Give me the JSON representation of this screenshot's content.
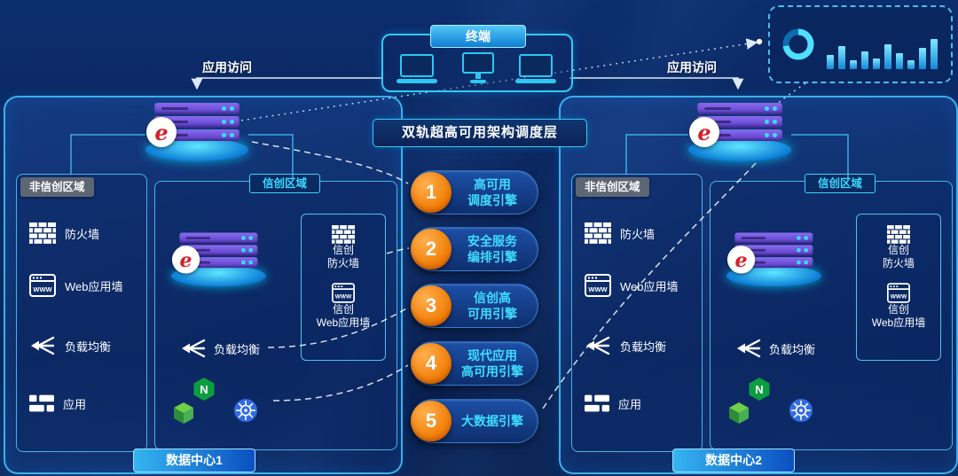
{
  "terminal": {
    "label": "终端"
  },
  "access": {
    "left": "应用访问",
    "right": "应用访问"
  },
  "scheduler_title": "双轨超高可用架构调度层",
  "engines": [
    {
      "num": "1",
      "line1": "高可用",
      "line2": "调度引擎"
    },
    {
      "num": "2",
      "line1": "安全服务",
      "line2": "编排引擎"
    },
    {
      "num": "3",
      "line1": "信创高",
      "line2": "可用引擎"
    },
    {
      "num": "4",
      "line1": "现代应用",
      "line2": "高可用引擎"
    },
    {
      "num": "5",
      "line1": "大数据引擎",
      "line2": ""
    }
  ],
  "dc1": {
    "label": "数据中心1",
    "non_xc": {
      "title": "非信创区域",
      "items": [
        {
          "icon": "firewall-icon",
          "label": "防火墙"
        },
        {
          "icon": "web-app-wall-icon",
          "label": "Web应用墙"
        },
        {
          "icon": "load-balancer-icon",
          "label": "负载均衡"
        },
        {
          "icon": "application-icon",
          "label": "应用"
        }
      ]
    },
    "xc": {
      "title": "信创区域",
      "lb_label": "负载均衡",
      "firewall_line1": "信创",
      "firewall_line2": "防火墙",
      "waf_line1": "信创",
      "waf_line2": "Web应用墙"
    }
  },
  "dc2": {
    "label": "数据中心2",
    "non_xc": {
      "title": "非信创区域",
      "items": [
        {
          "icon": "firewall-icon",
          "label": "防火墙"
        },
        {
          "icon": "web-app-wall-icon",
          "label": "Web应用墙"
        },
        {
          "icon": "load-balancer-icon",
          "label": "负载均衡"
        },
        {
          "icon": "application-icon",
          "label": "应用"
        }
      ]
    },
    "xc": {
      "title": "信创区域",
      "lb_label": "负载均衡",
      "firewall_line1": "信创",
      "firewall_line2": "防火墙",
      "waf_line1": "信创",
      "waf_line2": "Web应用墙"
    }
  },
  "icons": {
    "www_text": "WWW",
    "nginx_letter": "N",
    "logo_glyph": "e",
    "firewall": "brick-wall",
    "web_wall": "www-browser-window",
    "load_balancer": "merge-arrows",
    "application": "blocks",
    "nginx": "green-hexagon-N",
    "kubernetes": "blue-wheel",
    "container": "green-cube",
    "server": "purple-server-stack-on-glowing-disc",
    "dashboard_donut": "ring-chart",
    "dashboard_bars": "bar-chart",
    "terminal_devices": "laptops-and-monitor"
  }
}
